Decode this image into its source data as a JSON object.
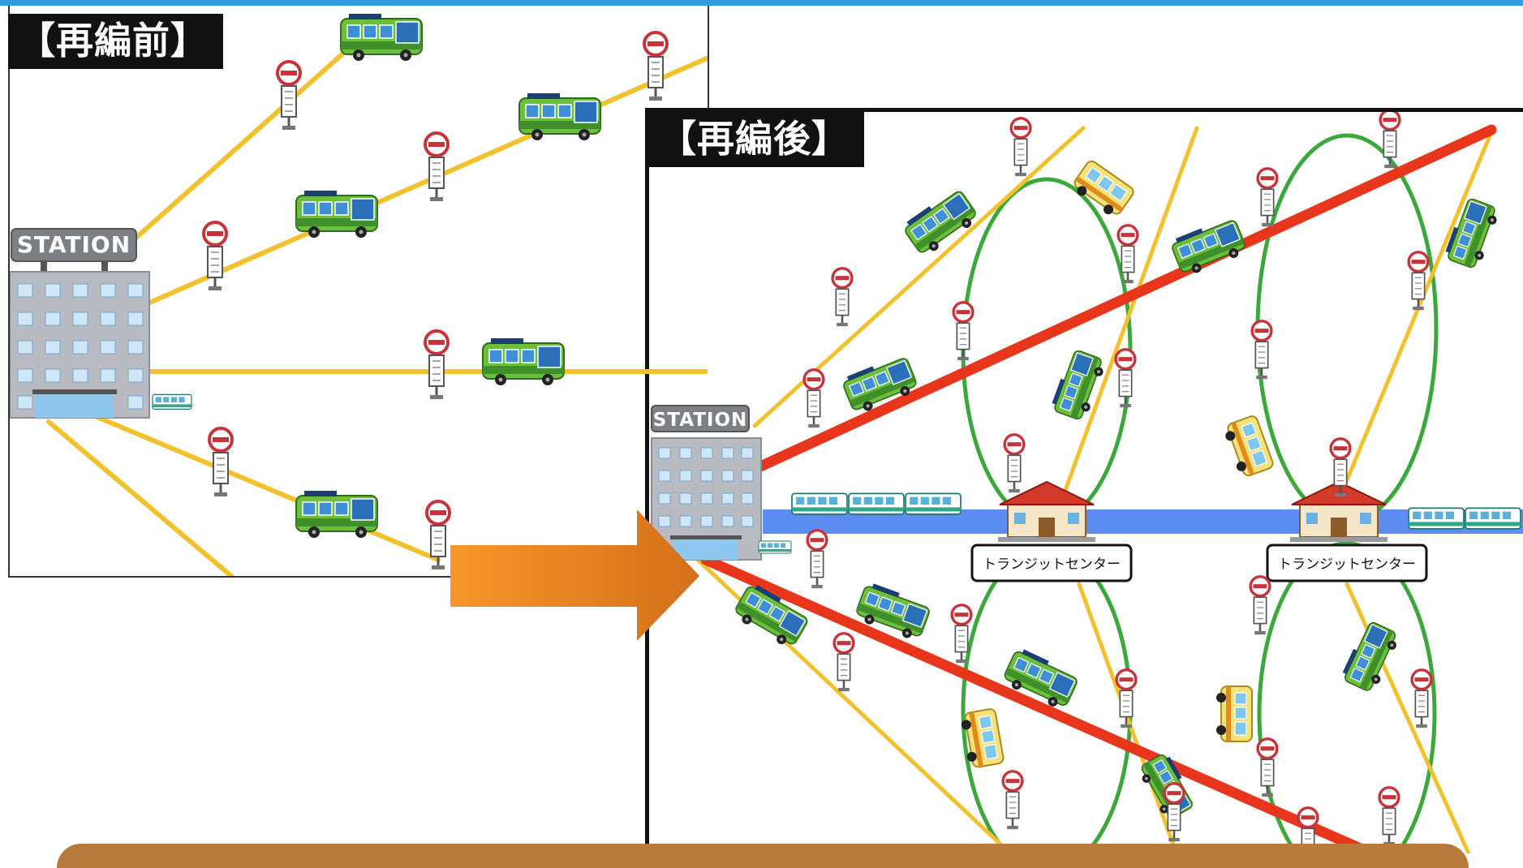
{
  "title_before": "【再編前】",
  "title_after": "【再編後】",
  "station_sign_before": "STATION",
  "station_sign_after": "STATION",
  "transit_center_1": "トランジットセンター",
  "transit_center_2": "トランジットセンター",
  "colors": {
    "top_bar": "#2e9be0",
    "branch_route": "#f2c12e",
    "trunk_route": "#e8361c",
    "loop_route": "#3aa83a",
    "rail": "#5b8ef0",
    "arrow_start": "#f7962b",
    "arrow_end": "#d4701a",
    "bus_body": "#6cbf3a",
    "bus_window": "#3f8fd6"
  },
  "icons": [
    "station-building-icon",
    "bus-icon",
    "bus-stop-icon",
    "train-icon",
    "transit-center-building-icon",
    "arrow-right-icon"
  ]
}
